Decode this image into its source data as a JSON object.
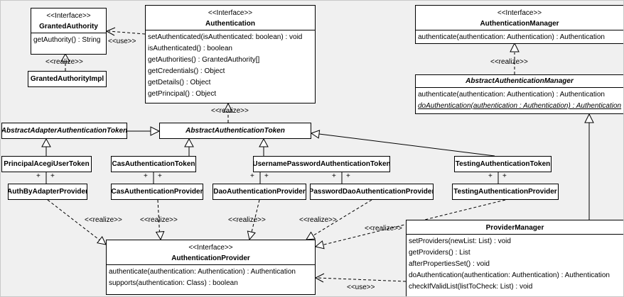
{
  "canvas": {
    "background": "#f0f0f0",
    "box_fill": "#ffffff",
    "line_color": "#000000"
  },
  "labels": {
    "use": "<<use>>",
    "realize": "<<realize>>",
    "plus": "+"
  },
  "classes": {
    "granted_authority": {
      "stereotype": "<<Interface>>",
      "name": "GrantedAuthority",
      "methods": [
        "getAuthority() : String"
      ]
    },
    "granted_authority_impl": {
      "name": "GrantedAuthorityImpl"
    },
    "authentication": {
      "stereotype": "<<Interface>>",
      "name": "Authentication",
      "methods": [
        "setAuthenticated(isAuthenticated: boolean) : void",
        "isAuthenticated() : boolean",
        "getAuthorities() : GrantedAuthority[]",
        "getCredentials() : Object",
        "getDetails() : Object",
        "getPrincipal() : Object"
      ]
    },
    "authentication_manager": {
      "stereotype": "<<Interface>>",
      "name": "AuthenticationManager",
      "methods": [
        "authenticate(authentication: Authentication) : Authentication"
      ]
    },
    "abstract_authentication_manager": {
      "name": "AbstractAuthenticationManager",
      "methods": [
        "authenticate(authentication: Authentication) : Authentication",
        "doAuthentication(authentication : Authentication) : Authentication"
      ]
    },
    "abstract_adapter_authentication_token": {
      "name": "AbstractAdapterAuthenticationToken"
    },
    "abstract_authentication_token": {
      "name": "AbstractAuthenticationToken"
    },
    "principal_acegi_user_token": {
      "name": "PrincipalAcegiUserToken"
    },
    "cas_authentication_token": {
      "name": "CasAuthenticationToken"
    },
    "username_password_authentication_token": {
      "name": "UsernamePasswordAuthenticationToken"
    },
    "testing_authentication_token": {
      "name": "TestingAuthenticationToken"
    },
    "auth_by_adapter_provider": {
      "name": "AuthByAdapterProvider"
    },
    "cas_authentication_provider": {
      "name": "CasAuthenticationProvider"
    },
    "dao_authentication_provider": {
      "name": "DaoAuthenticationProvider"
    },
    "password_dao_authentication_provider": {
      "name": "PasswordDaoAuthenticationProvider"
    },
    "testing_authentication_provider": {
      "name": "TestingAuthenticationProvider"
    },
    "authentication_provider": {
      "stereotype": "<<Interface>>",
      "name": "AuthenticationProvider",
      "methods": [
        "authenticate(authentication: Authentication) : Authentication",
        "supports(authentication: Class) : boolean"
      ]
    },
    "provider_manager": {
      "name": "ProviderManager",
      "methods": [
        "setProviders(newList: List) : void",
        "getProviders() : List",
        "afterPropertiesSet() : void",
        "doAuthentication(authentication: Authentication) : Authentication",
        "checkIfValidList(listToCheck: List) : void"
      ]
    }
  }
}
